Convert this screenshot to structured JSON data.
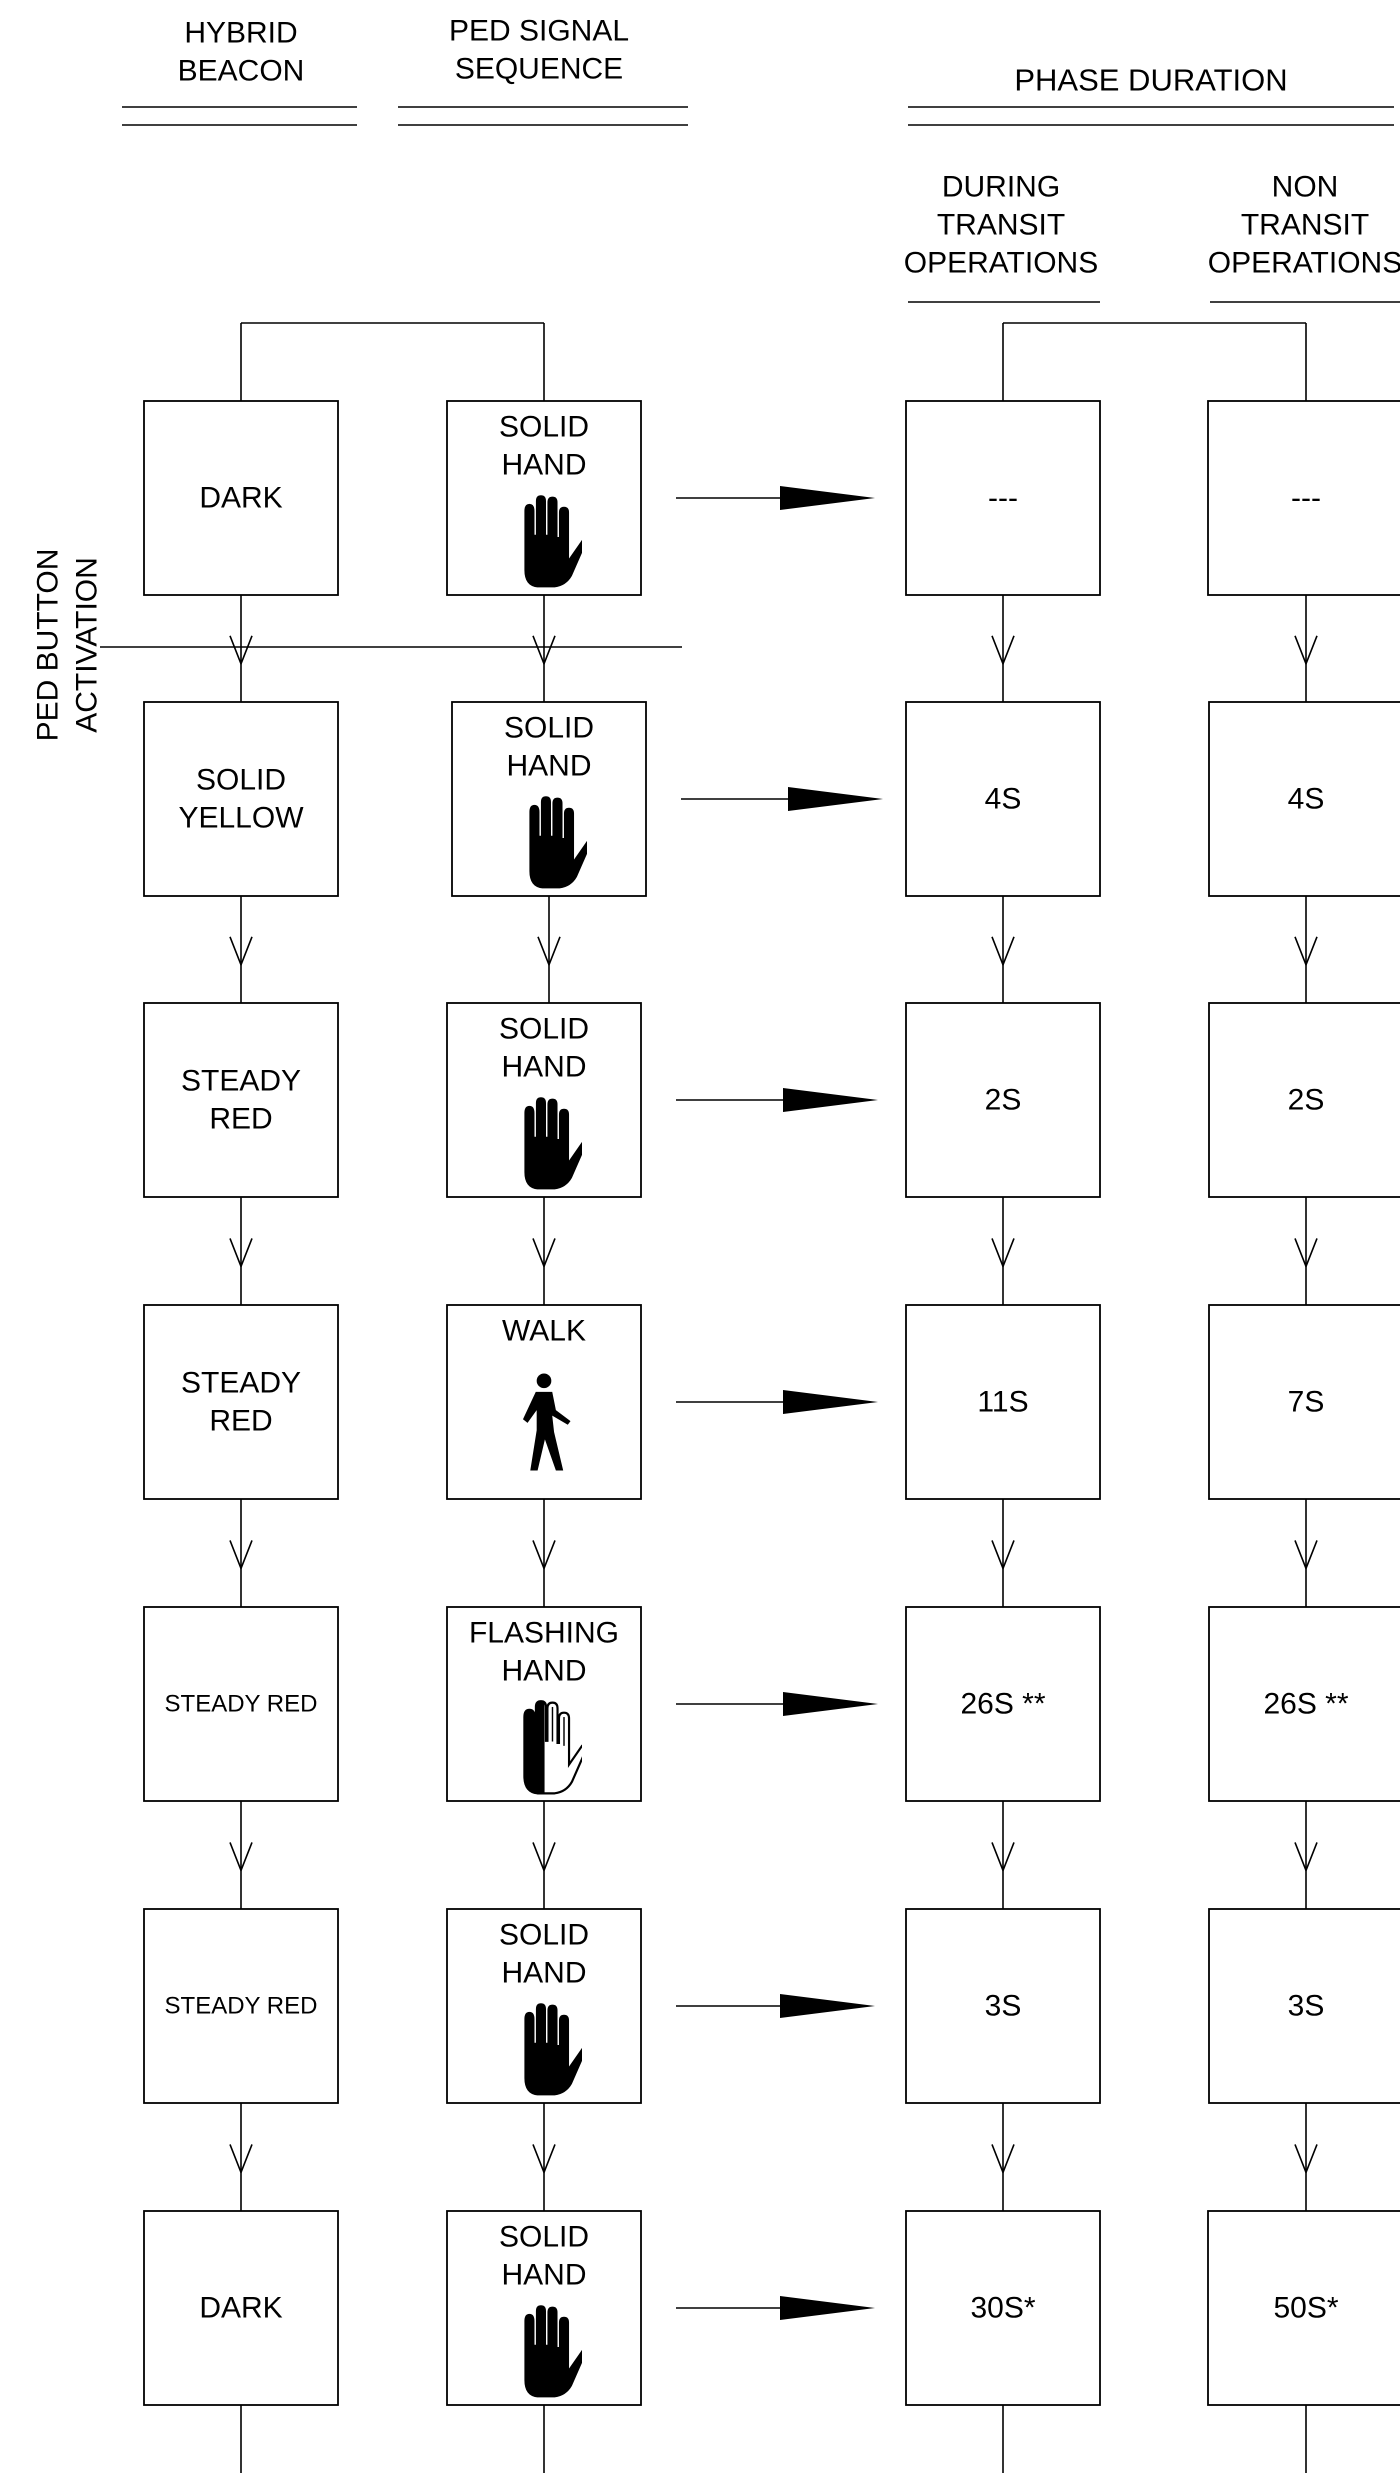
{
  "headers": {
    "beacon": [
      "HYBRID",
      "BEACON"
    ],
    "ped_signal": [
      "PED SIGNAL",
      "SEQUENCE"
    ],
    "phase_duration": "PHASE DURATION",
    "during_transit": [
      "DURING",
      "TRANSIT",
      "OPERATIONS"
    ],
    "non_transit": [
      "NON",
      "TRANSIT",
      "OPERATIONS"
    ]
  },
  "side_label": [
    "PED BUTTON",
    "ACTIVATION"
  ],
  "rows": [
    {
      "beacon": [
        "DARK"
      ],
      "ped": [
        "SOLID",
        "HAND"
      ],
      "icon": "solid-hand-icon",
      "transit": "---",
      "non_transit": "---"
    },
    {
      "beacon": [
        "SOLID",
        "YELLOW"
      ],
      "ped": [
        "SOLID",
        "HAND"
      ],
      "icon": "solid-hand-icon",
      "transit": "4S",
      "non_transit": "4S"
    },
    {
      "beacon": [
        "STEADY",
        "RED"
      ],
      "ped": [
        "SOLID",
        "HAND"
      ],
      "icon": "solid-hand-icon",
      "transit": "2S",
      "non_transit": "2S"
    },
    {
      "beacon": [
        "STEADY",
        "RED"
      ],
      "ped": [
        "WALK"
      ],
      "icon": "walking-person-icon",
      "transit": "11S",
      "non_transit": "7S"
    },
    {
      "beacon": [
        "STEADY RED"
      ],
      "ped": [
        "FLASHING",
        "HAND"
      ],
      "icon": "flashing-hand-icon",
      "transit": "26S **",
      "non_transit": "26S **"
    },
    {
      "beacon": [
        "STEADY RED"
      ],
      "ped": [
        "SOLID",
        "HAND"
      ],
      "icon": "solid-hand-icon",
      "transit": "3S",
      "non_transit": "3S"
    },
    {
      "beacon": [
        "DARK"
      ],
      "ped": [
        "SOLID",
        "HAND"
      ],
      "icon": "solid-hand-icon",
      "transit": "30S*",
      "non_transit": "50S*"
    }
  ]
}
